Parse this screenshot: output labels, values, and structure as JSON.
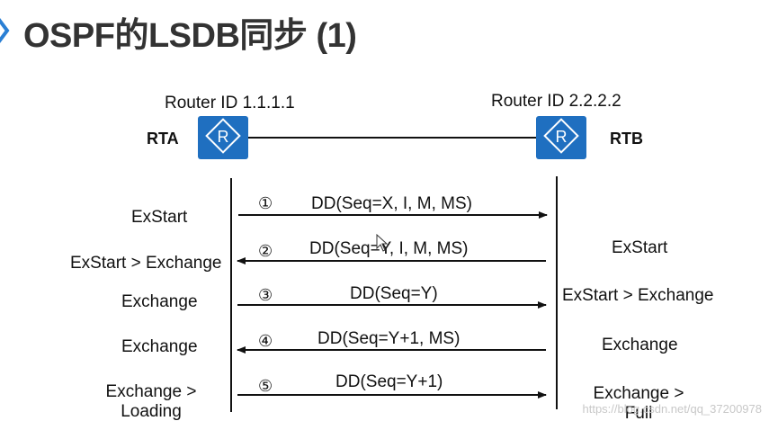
{
  "header": {
    "title": "OSPF的LSDB同步 (1)"
  },
  "routers": {
    "a": {
      "id_label": "Router ID 1.1.1.1",
      "name": "RTA",
      "icon": "router-icon"
    },
    "b": {
      "id_label": "Router ID 2.2.2.2",
      "name": "RTB",
      "icon": "router-icon"
    }
  },
  "messages": [
    {
      "num": "①",
      "text": "DD(Seq=X, I, M, MS)",
      "direction": "RTA → RTB"
    },
    {
      "num": "②",
      "text": "DD(Seq=Y, I, M, MS)",
      "direction": "RTB → RTA"
    },
    {
      "num": "③",
      "text": "DD(Seq=Y)",
      "direction": "RTA → RTB"
    },
    {
      "num": "④",
      "text": "DD(Seq=Y+1, MS)",
      "direction": "RTB → RTA"
    },
    {
      "num": "⑤",
      "text": "DD(Seq=Y+1)",
      "direction": "RTA → RTB"
    }
  ],
  "states_left": [
    "ExStart",
    "ExStart > Exchange",
    "Exchange",
    "Exchange",
    "Exchange >",
    "Loading"
  ],
  "states_right": [
    "ExStart",
    "ExStart > Exchange",
    "Exchange",
    "Exchange >",
    "Full"
  ],
  "watermark": "https://blog.csdn.net/qq_37200978",
  "colors": {
    "router": "#1f6fc0",
    "title": "#333333",
    "accent": "#2a7fd4"
  }
}
